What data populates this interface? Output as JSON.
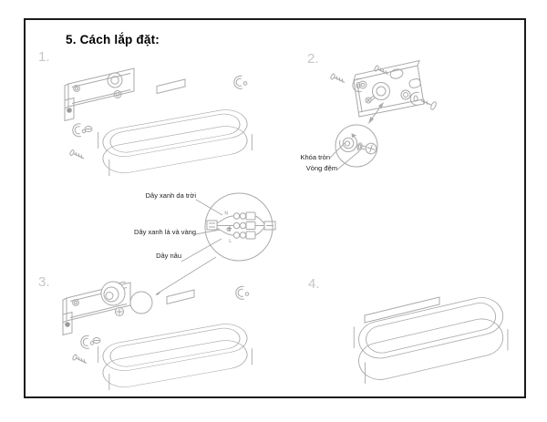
{
  "title": "5. Cách lắp đặt:",
  "steps": [
    {
      "number": "1."
    },
    {
      "number": "2."
    },
    {
      "number": "3."
    },
    {
      "number": "4."
    }
  ],
  "step2_detail": {
    "lock_label": "Khóa tròn",
    "washer_label": "Vòng đệm"
  },
  "wiring_detail": {
    "blue_wire_label": "Dây xanh da trời",
    "green_yellow_wire_label": "Dây xanh lá và vàng",
    "brown_wire_label": "Dây nâu",
    "terminal_marks": {
      "neutral": "N",
      "live": "L",
      "earth_icon": "earth-ground-icon"
    }
  },
  "colors": {
    "background": "#ffffff",
    "border": "#1a1a1a",
    "line": "#a9a9a9",
    "step_number": "#c6c6c6",
    "text": "#222222"
  }
}
